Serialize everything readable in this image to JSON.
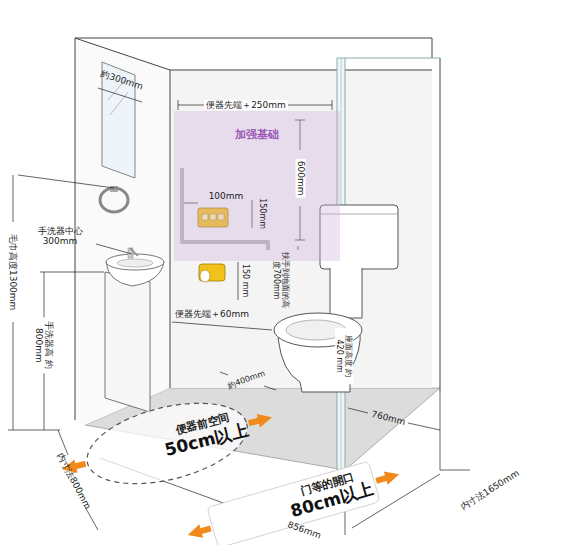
{
  "diagram": {
    "nodes": [
      {
        "text": [
          "加强基础"
        ]
      },
      {
        "text": [
          "便器前空间",
          "50cm以上"
        ]
      },
      {
        "text": [
          "门等的開口",
          "80cm以上"
        ]
      }
    ],
    "labels": [
      "約300mm",
      "便器先端＋250mm",
      "100mm",
      "150mm",
      "600mm",
      "手洗器中心 300mm",
      "毛巾高度1300mm",
      "扶手到地面的高度700mm",
      "150 mm",
      "便器先端＋60mm",
      "手洗器高 約800mm",
      "座面高度 約420 mm",
      "約400mm",
      "760mm",
      "856mm",
      "内寸法1650mm",
      "内寸法800mm"
    ]
  }
}
